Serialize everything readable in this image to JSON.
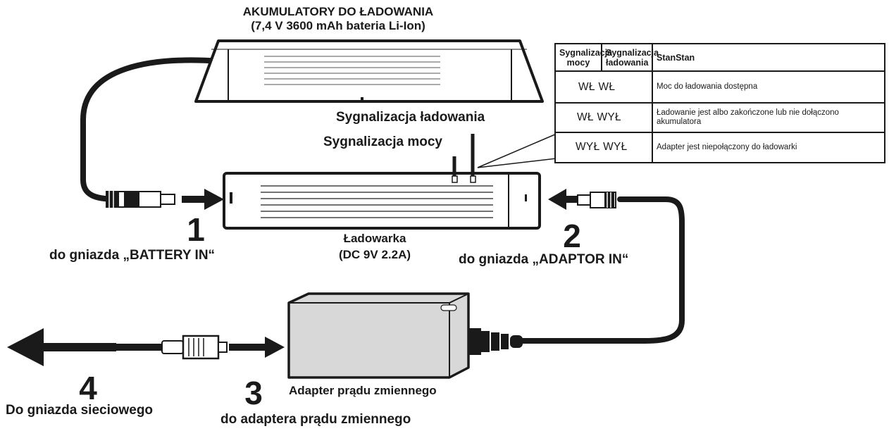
{
  "battery": {
    "title_line1": "AKUMULATORY DO ŁADOWANIA",
    "title_line2": "(7,4 V 3600 mAh bateria Li-Ion)"
  },
  "indicators": {
    "charging_label": "Sygnalizacja ładowania",
    "power_label": "Sygnalizacja mocy"
  },
  "charger": {
    "name": "Ładowarka",
    "spec": "(DC 9V 2.2A)"
  },
  "steps": [
    {
      "number": "1",
      "text": "do gniazda „BATTERY IN“"
    },
    {
      "number": "2",
      "text": "do gniazda „ADAPTOR IN“"
    },
    {
      "number": "3",
      "text": "do adaptera prądu zmiennego"
    },
    {
      "number": "4",
      "text": "Do gniazda sieciowego"
    }
  ],
  "adapter": {
    "label": "Adapter prądu zmiennego"
  },
  "status_table": {
    "headers": [
      "Sygnalizacja mocy",
      "Sygnalizacja ładowania",
      "StanStan"
    ],
    "rows": [
      {
        "indicators": "WŁ WŁ",
        "status": "Moc do ładowania dostępna"
      },
      {
        "indicators": "WŁ WYŁ",
        "status": "Ładowanie jest albo zakończone lub nie dołączono akumulatora"
      },
      {
        "indicators": "WYŁ WYŁ",
        "status": "Adapter jest niepołączony do ładowarki"
      }
    ]
  },
  "colors": {
    "ink": "#1a1a1a",
    "device_fill": "#ffffff",
    "adapter_fill": "#d8d8d8"
  }
}
